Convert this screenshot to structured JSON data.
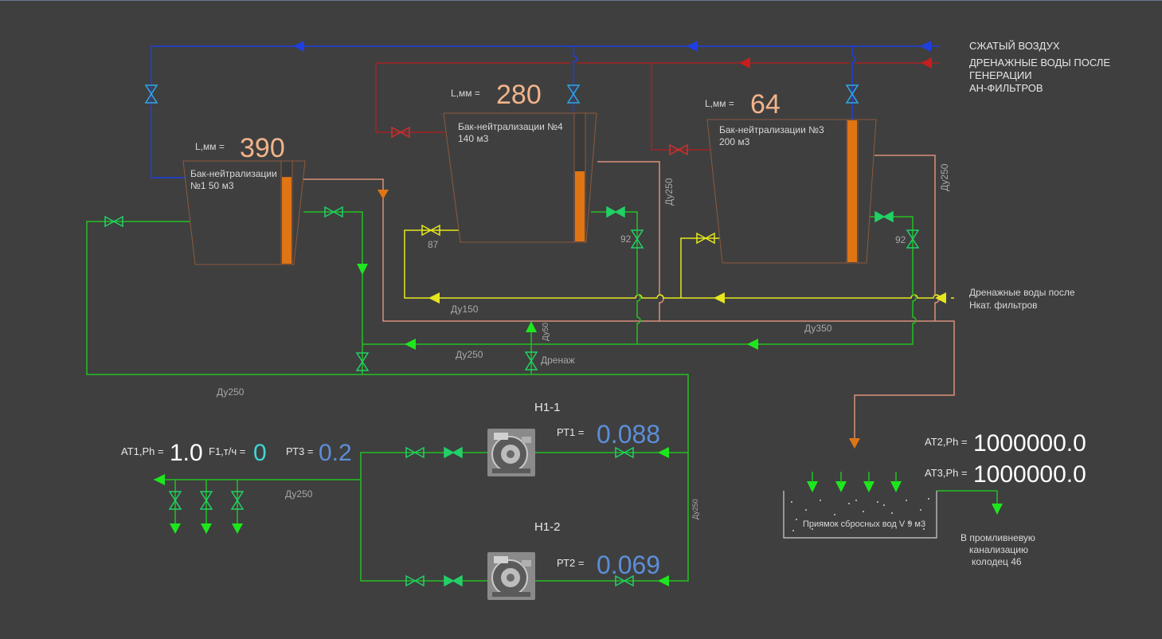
{
  "streams": {
    "compressed_air": "СЖАТЫЙ ВОЗДУХ",
    "drain_water_gen_line1": "ДРЕНАЖНЫЕ ВОДЫ ПОСЛЕ",
    "drain_water_gen_line2": "ГЕНЕРАЦИИ",
    "drain_water_gen_line3": "АН-ФИЛЬТРОВ",
    "drain_water_h_line1": "Дренажные воды после",
    "drain_water_h_line2": "Нкат. фильтров"
  },
  "tanks": [
    {
      "name": "Бак-нейтрализации",
      "volume": "№1 50 м3",
      "level_label": "L,мм =",
      "level_value": "390",
      "level_fraction": 0.85
    },
    {
      "name": "Бак-нейтрализации №4",
      "volume": "140 м3",
      "level_label": "L,мм =",
      "level_value": "280",
      "level_fraction": 0.55
    },
    {
      "name": "Бак-нейтрализации №3",
      "volume": "200 м3",
      "level_label": "L,мм =",
      "level_value": "64",
      "level_fraction": 1.0
    }
  ],
  "pipes": {
    "du250_a": "Ду250",
    "du250_b": "Ду250",
    "du150": "Ду150",
    "du350": "Ду350",
    "du250_c": "Ду250",
    "du250_d": "Ду250",
    "du250_e": "Ду250",
    "du250_f": "Ду250",
    "du50": "Ду50",
    "drain": "Дренаж",
    "valve_87": "87",
    "valve_92a": "92",
    "valve_92b": "92"
  },
  "pumps": {
    "h1_1": {
      "name": "Н1-1",
      "label": "РТ1 =",
      "value": "0.088"
    },
    "h1_2": {
      "name": "Н1-2",
      "label": "РТ2 =",
      "value": "0.069"
    }
  },
  "meters": {
    "at1_label": "АТ1,Ph =",
    "at1_value": "1.0",
    "f1_label": "F1,т/ч =",
    "f1_value": "0",
    "pt3_label": "РТ3 =",
    "pt3_value": "0.2",
    "at2_label": "АТ2,Ph =",
    "at2_value": "1000000.0",
    "at3_label": "АТ3,Ph =",
    "at3_value": "1000000.0"
  },
  "sump": {
    "label": "Приямок сбросных вод V 9 м3",
    "outlet_line1": "В промливневую",
    "outlet_line2": "канализацию",
    "outlet_line3": "колодец 46"
  },
  "colors": {
    "background": "#3f3f3f",
    "air": "#1f3fe0",
    "drain_gen": "#a52222",
    "drain_tank": "#d8917a",
    "water": "#22c022",
    "drain_h": "#e6e61e",
    "level": "#e07514",
    "value_blue": "#5c8ed8"
  },
  "icons": {
    "valve": "bowtie-valve-icon",
    "pump": "centrifugal-pump-icon",
    "arrow": "flow-arrow-icon"
  }
}
